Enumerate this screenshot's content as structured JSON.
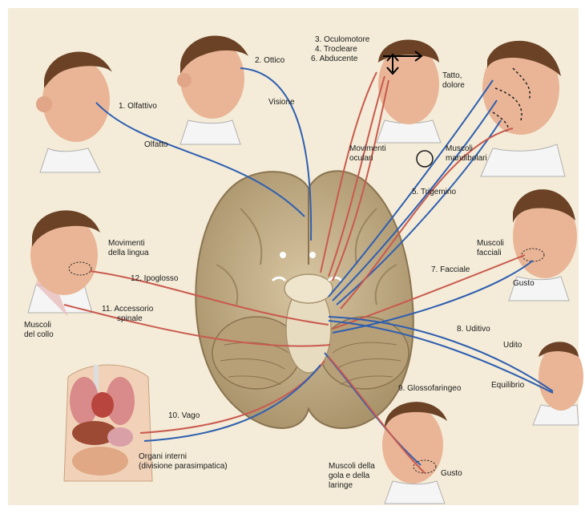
{
  "colors": {
    "background": "#f4ecd8",
    "motor_nerve": "#c95a4f",
    "sensory_nerve": "#2f5fb0",
    "skin": "#e9b596",
    "hair": "#6b4226",
    "brain": "#c9b48f"
  },
  "labels": {
    "n1": "1. Olfattivo",
    "olfatto": "Olfatto",
    "n2": "2. Ottico",
    "visione": "Visione",
    "n3": "3. Oculomotore",
    "n4": "4. Trocleare",
    "n6": "6. Abducente",
    "movimenti_oculari_1": "Movimenti",
    "movimenti_oculari_2": "oculari",
    "tatto_1": "Tatto,",
    "tatto_2": "dolore",
    "muscoli_mandibolari_1": "Muscoli",
    "muscoli_mandibolari_2": "mandibolari",
    "n5": "5. Trigemino",
    "movimenti_lingua_1": "Movimenti",
    "movimenti_lingua_2": "della lingua",
    "n12": "12. Ipoglosso",
    "n11_1": "11. Accessorio",
    "n11_2": "spinale",
    "muscoli_collo_1": "Muscoli",
    "muscoli_collo_2": "del collo",
    "muscoli_facciali_1": "Muscoli",
    "muscoli_facciali_2": "facciali",
    "n7": "7. Facciale",
    "gusto_facciale": "Gusto",
    "n8": "8. Uditivo",
    "udito": "Udito",
    "equilibrio": "Equilibrio",
    "n9": "9. Glossofaringeo",
    "n10": "10. Vago",
    "organi_1": "Organi interni",
    "organi_2": "(divisione parasimpatica)",
    "muscoli_gola_1": "Muscoli della",
    "muscoli_gola_2": "gola e della",
    "muscoli_gola_3": "laringe",
    "gusto_gola": "Gusto"
  }
}
